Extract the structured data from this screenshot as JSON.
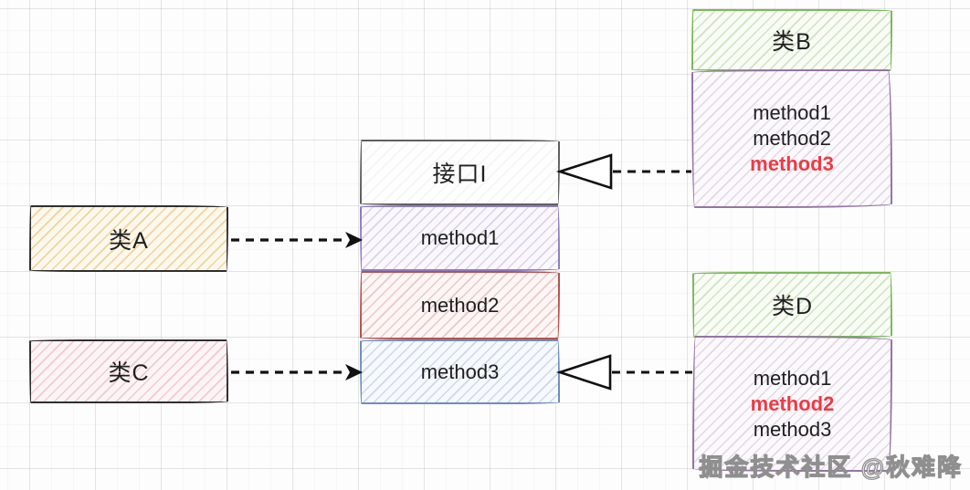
{
  "interface_stack": {
    "title": "接口I",
    "methods": [
      "method1",
      "method2",
      "method3"
    ]
  },
  "classes": {
    "a": {
      "label": "类A"
    },
    "c": {
      "label": "类C"
    },
    "b": {
      "title": "类B",
      "methods": [
        "method1",
        "method2",
        "method3"
      ],
      "highlighted_method": "method3"
    },
    "d": {
      "title": "类D",
      "methods": [
        "method1",
        "method2",
        "method3"
      ],
      "highlighted_method": "method2"
    }
  },
  "relations": [
    {
      "from": "类A",
      "to": "method1",
      "type": "dashed-arrow"
    },
    {
      "from": "类C",
      "to": "method3",
      "type": "dashed-arrow"
    },
    {
      "from": "类B",
      "to": "接口I",
      "type": "dashed-realization-triangle"
    },
    {
      "from": "类D",
      "to": "method3",
      "type": "dashed-realization-triangle"
    }
  ],
  "watermark": "掘金技术社区 @秋难降",
  "colors": {
    "class_header_green": "#7cb85c",
    "class_body_purple": "#9673a6",
    "method1_border_purple": "#8e7cc3",
    "method2_border_red": "#b5534f",
    "method3_border_blue": "#6c8ebf",
    "interface_border_gray": "#5f5f5f",
    "class_border_dark": "#2f2f2f",
    "highlight_red": "#ee3a44",
    "text_ink": "#1f1f1f",
    "arrow_ink": "#111111"
  }
}
